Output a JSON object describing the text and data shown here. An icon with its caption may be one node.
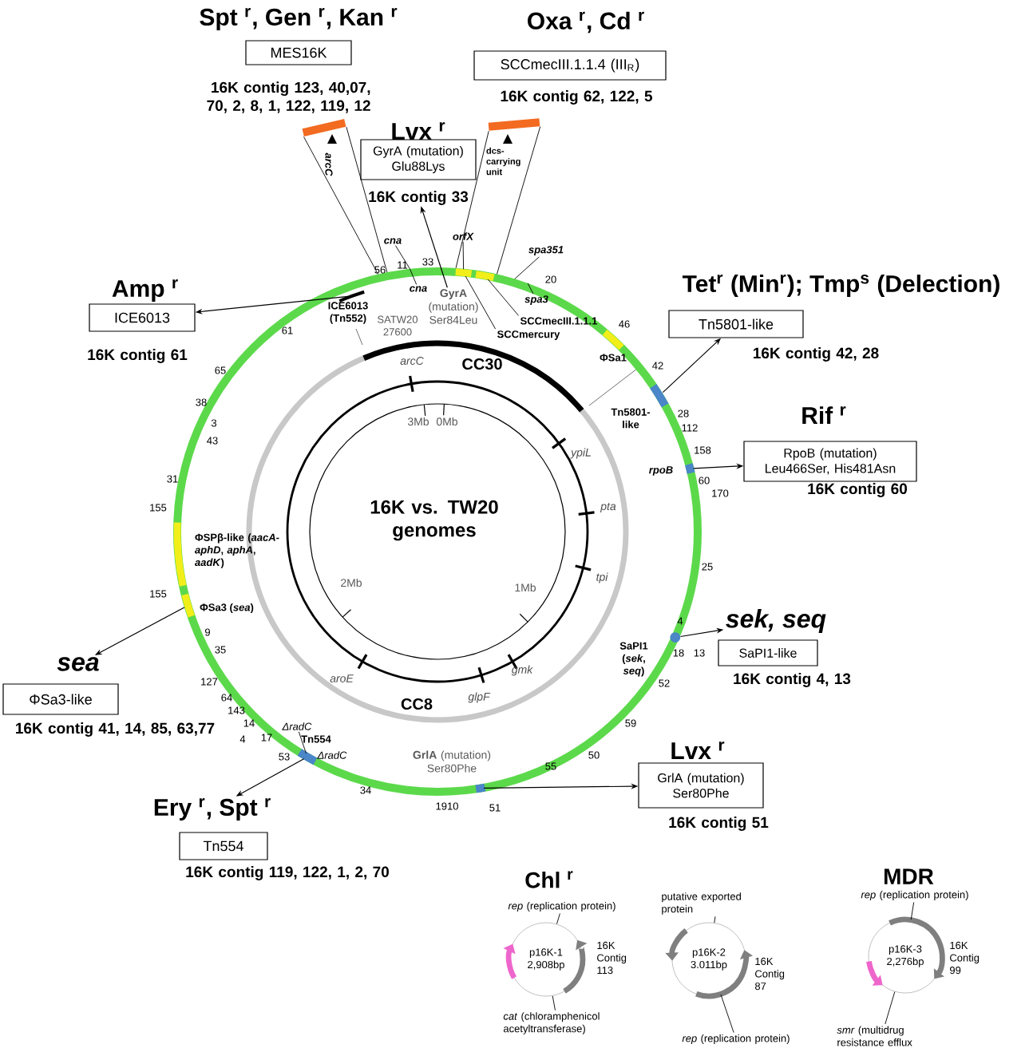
{
  "diagram": {
    "nodes": [
      {
        "text": [
          "Spt $^{r}$, Gen $^{r}$, Kan $^{r}$",
          "MES16K",
          "16K contig 123, 40,07, 70, 2, 8, 1, 122, 119, 12"
        ]
      },
      {
        "text": [
          "Oxa $^{r}$, Cd $^{r}$",
          "SCCmecIII.1.1.4 (III$_{R}$)",
          "16K contig 62, 122, 5"
        ]
      },
      {
        "text": [
          "Lvx $^{r}$",
          "GyrA (mutation) Glu88Lys",
          "16K contig 33"
        ]
      },
      {
        "text": [
          "Amp $^{r}$",
          "ICE6013",
          "16K contig 61"
        ]
      },
      {
        "text": [
          "Tet$^{r}$ (Min$^{r}$); Tmp$^{s}$ (Delection)",
          "Tn5801-like",
          "16K contig 42, 28"
        ]
      },
      {
        "text": [
          "Rif $^{r}$",
          "RpoB (mutation) Leu466Ser, His481Asn",
          "16K contig 60"
        ]
      },
      {
        "text": [
          "sea",
          "ΦSa3-like",
          "16K contig 41, 14, 85, 63,77"
        ]
      },
      {
        "text": [
          "sek, seq",
          "SaPI1-like",
          "16K contig 4, 13"
        ]
      },
      {
        "text": [
          "Lvx $^{r}$",
          "GrlA (mutation) Ser80Phe",
          "16K contig 51"
        ]
      },
      {
        "text": [
          "Ery $^{r}$, Spt $^{r}$",
          "Tn554",
          "16K contig 119, 122, 1, 2, 70"
        ]
      },
      {
        "text": [
          "p16K-1 2,908bp"
        ],
        "beside": [
          "16K Contig 113"
        ]
      },
      {
        "text": [
          "*rep* (replication protein)"
        ]
      },
      {
        "text": [
          "*cat* (chloramphenicol acetyltransferase)"
        ]
      },
      {
        "text": [
          "p16K-2 3.011bp"
        ],
        "beside": [
          "16K Contig 87"
        ]
      },
      {
        "text": [
          "putative exported protein"
        ]
      },
      {
        "text": [
          "*rep* (replication protein)"
        ]
      },
      {
        "text": [
          "p16K-3 2,276bp"
        ],
        "beside": [
          "16K Contig 99"
        ]
      },
      {
        "text": [
          "*rep* (replication protein)"
        ]
      },
      {
        "text": [
          "*smr* (multidrug resistance efflux"
        ]
      },
      {
        "text": [],
        "shape": "bar",
        "in": 37,
        "beside": [
          "ICE6013 (Tn552)",
          "SATW20 27600"
        ]
      },
      {
        "text": [],
        "shape": "bar",
        "in": 37,
        "beside": [
          "Tn5801-like"
        ]
      },
      {
        "text": [],
        "shape": "bar",
        "in": 37,
        "beside": [
          "rpoB"
        ]
      },
      {
        "text": [],
        "shape": "bar",
        "in": 37,
        "beside": [
          "ΦSa3 (*sea*)"
        ]
      },
      {
        "text": [],
        "shape": "circle",
        "in": 37
      },
      {
        "text": [],
        "shape": "bar",
        "in": 37,
        "beside": [
          "**GrlA** (mutation) Ser80Phe"
        ]
      },
      {
        "text": [],
        "shape": "bar",
        "in": 37,
        "beside": [
          "Tn554"
        ]
      },
      {
        "text": [
          "**GyrA** (mutation) Ser84Leu"
        ],
        "in": 37
      },
      {
        "text": [
          "cna"
        ]
      },
      {
        "text": [
          "cna"
        ],
        "in": 37
      },
      {
        "text": [
          "orfX"
        ]
      },
      {
        "text": [
          "spa351"
        ]
      },
      {
        "text": [
          "spa3"
        ],
        "in": 37
      },
      {
        "text": [
          "SCCmecIII.1.1.1"
        ],
        "in": 37
      },
      {
        "text": [
          "SCCmercury"
        ],
        "in": 37
      },
      {
        "text": [
          "ΔradC"
        ],
        "in": 37
      },
      {
        "text": [],
        "shape": "bar",
        "in": 37
      },
      {
        "text": [],
        "shape": "bar",
        "in": 37
      },
      {
        "text": [],
        "shape": "circle"
      },
      {
        "text": [],
        "shape": "bar"
      },
      {
        "text": [],
        "shape": "bar"
      },
      {
        "text": [],
        "shape": "bar",
        "in": 37,
        "beside": [
          "ΦSPβ-like (*aacA-aphD*, *aphA*, *aadK*)"
        ]
      },
      {
        "text": [],
        "shape": "bar",
        "in": 37,
        "beside": [
          "ΦSa1"
        ]
      }
    ],
    "edges": [
      {
        "from": 26,
        "to": 2,
        "arrow": "to"
      },
      {
        "from": 19,
        "to": 3,
        "arrow": "to"
      },
      {
        "from": 20,
        "to": 4,
        "arrow": "to"
      },
      {
        "from": 21,
        "to": 5,
        "arrow": "to"
      },
      {
        "from": 22,
        "to": 6,
        "arrow": "to"
      },
      {
        "from": 23,
        "to": 7,
        "arrow": "to"
      },
      {
        "from": 24,
        "to": 8,
        "arrow": "to"
      },
      {
        "from": 25,
        "to": 9,
        "arrow": "to"
      },
      {
        "from": 11,
        "to": 10,
        "arrow": "none"
      },
      {
        "from": 12,
        "to": 10,
        "arrow": "none"
      },
      {
        "from": 14,
        "to": 13,
        "arrow": "none"
      },
      {
        "from": 15,
        "to": 13,
        "arrow": "none"
      },
      {
        "from": 17,
        "to": 16,
        "arrow": "none"
      },
      {
        "from": 18,
        "to": 16,
        "arrow": "none"
      },
      {
        "from": 27,
        "to": 37,
        "arrow": "none"
      },
      {
        "from": 28,
        "to": 37,
        "arrow": "none"
      },
      {
        "from": 29,
        "to": 35,
        "arrow": "none"
      },
      {
        "from": 30,
        "to": 37,
        "arrow": "none"
      },
      {
        "from": 31,
        "to": 37,
        "arrow": "none"
      },
      {
        "from": 32,
        "to": 36,
        "arrow": "none"
      },
      {
        "from": 33,
        "to": 35,
        "arrow": "none"
      },
      {
        "from": 34,
        "to": 25,
        "arrow": "none"
      },
      {
        "from": 38,
        "to": 37,
        "arrow": "none"
      },
      {
        "from": 38,
        "to": 37,
        "arrow": "none"
      },
      {
        "from": 39,
        "to": 37,
        "arrow": "none"
      },
      {
        "from": 39,
        "to": 37,
        "arrow": "none"
      }
    ],
    "labels": [
      "56",
      "11",
      "33",
      "20",
      "61",
      "65",
      "38",
      "3",
      "43",
      "31",
      "155",
      "155",
      "9",
      "35",
      "127",
      "64",
      "143",
      "14",
      "4",
      "17",
      "53",
      "ΔradC",
      "34",
      "1910",
      "51",
      "55",
      "50",
      "59",
      "52",
      "4",
      "18",
      "13",
      "25",
      "170",
      "60",
      "158",
      "112",
      "28",
      "42",
      "46",
      "arcC",
      "CC30",
      "3Mb",
      "0Mb",
      "ypiL",
      "pta",
      "tpi",
      "1Mb",
      "2Mb",
      "16K vs. TW20 genomes",
      "aroE",
      "glpF",
      "gmk",
      "CC8",
      "arcC",
      "dcs-carrying unit",
      "Chl $^{r}$",
      "MDR",
      "SaPI1 (*sek*, *seq*)"
    ]
  }
}
